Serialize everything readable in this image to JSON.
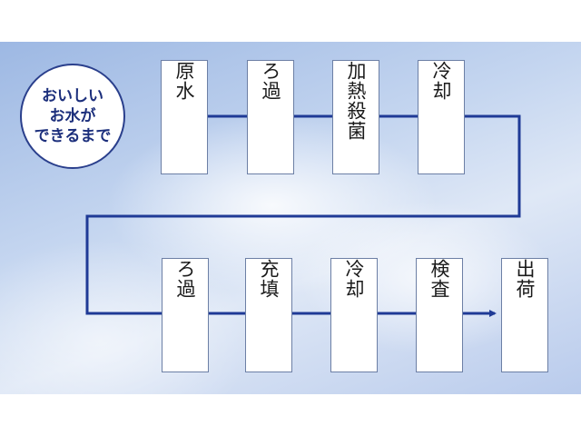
{
  "title": {
    "lines": [
      "おいしい",
      "お水が",
      "できるまで"
    ]
  },
  "steps_row1": [
    {
      "label": "原水"
    },
    {
      "label": "ろ過"
    },
    {
      "label": "加熱殺菌"
    },
    {
      "label": "冷却"
    }
  ],
  "steps_row2": [
    {
      "label": "ろ過"
    },
    {
      "label": "充填"
    },
    {
      "label": "冷却"
    },
    {
      "label": "検査"
    },
    {
      "label": "出荷"
    }
  ],
  "colors": {
    "line": "#1f3a96",
    "title_text": "#1c2f7c",
    "box_border": "#6c7fa5"
  }
}
